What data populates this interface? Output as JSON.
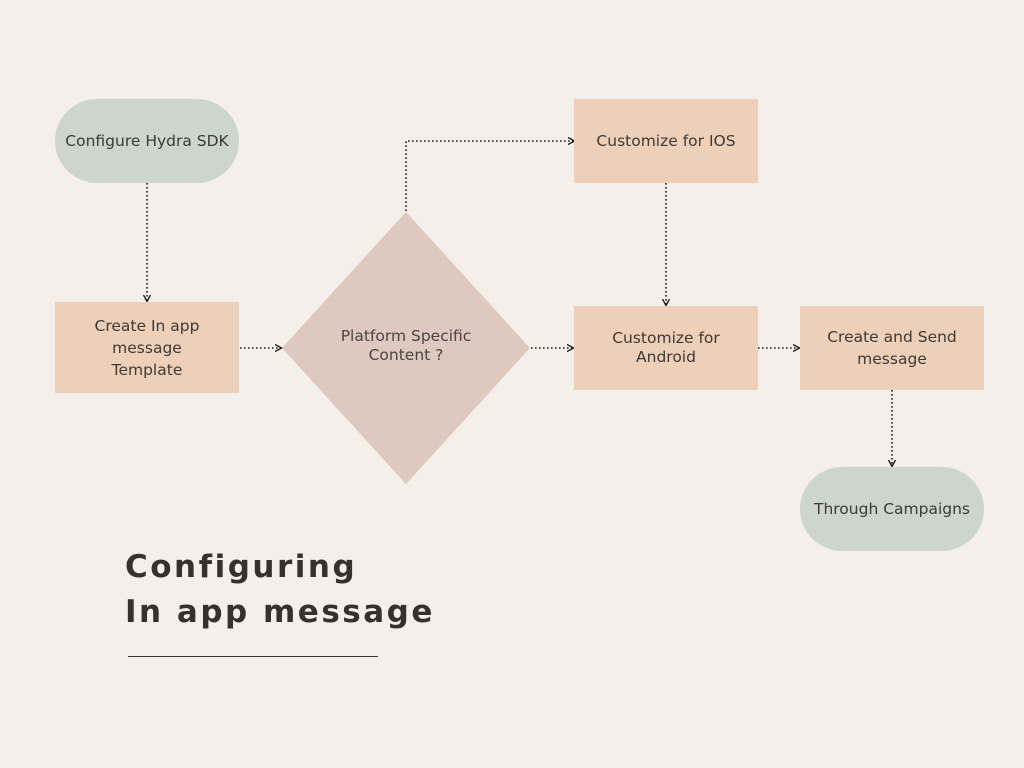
{
  "colors": {
    "background": "#f5efe9",
    "terminal_fill": "#ccd6cd",
    "process_fill": "#eecfb8",
    "decision_fill": "#dfc8bf",
    "connector": "#1e1e1e"
  },
  "diagram": {
    "nodes": {
      "configure_sdk": {
        "label": "Configure Hydra SDK"
      },
      "create_template": {
        "label": "Create In app\nmessage\nTemplate"
      },
      "platform_decision": {
        "label": "Platform Specific\nContent ?"
      },
      "customize_ios": {
        "label": "Customize for IOS"
      },
      "customize_android": {
        "label": "Customize for\nAndroid"
      },
      "create_send": {
        "label": "Create and Send\nmessage"
      },
      "through_campaigns": {
        "label": "Through Campaigns"
      }
    },
    "edges": [
      {
        "from": "configure_sdk",
        "to": "create_template"
      },
      {
        "from": "create_template",
        "to": "platform_decision"
      },
      {
        "from": "platform_decision",
        "to": "customize_ios"
      },
      {
        "from": "platform_decision",
        "to": "customize_android"
      },
      {
        "from": "customize_ios",
        "to": "customize_android"
      },
      {
        "from": "customize_android",
        "to": "create_send"
      },
      {
        "from": "create_send",
        "to": "through_campaigns"
      }
    ]
  },
  "title": {
    "line1": "Configuring",
    "line2": "In app message"
  }
}
